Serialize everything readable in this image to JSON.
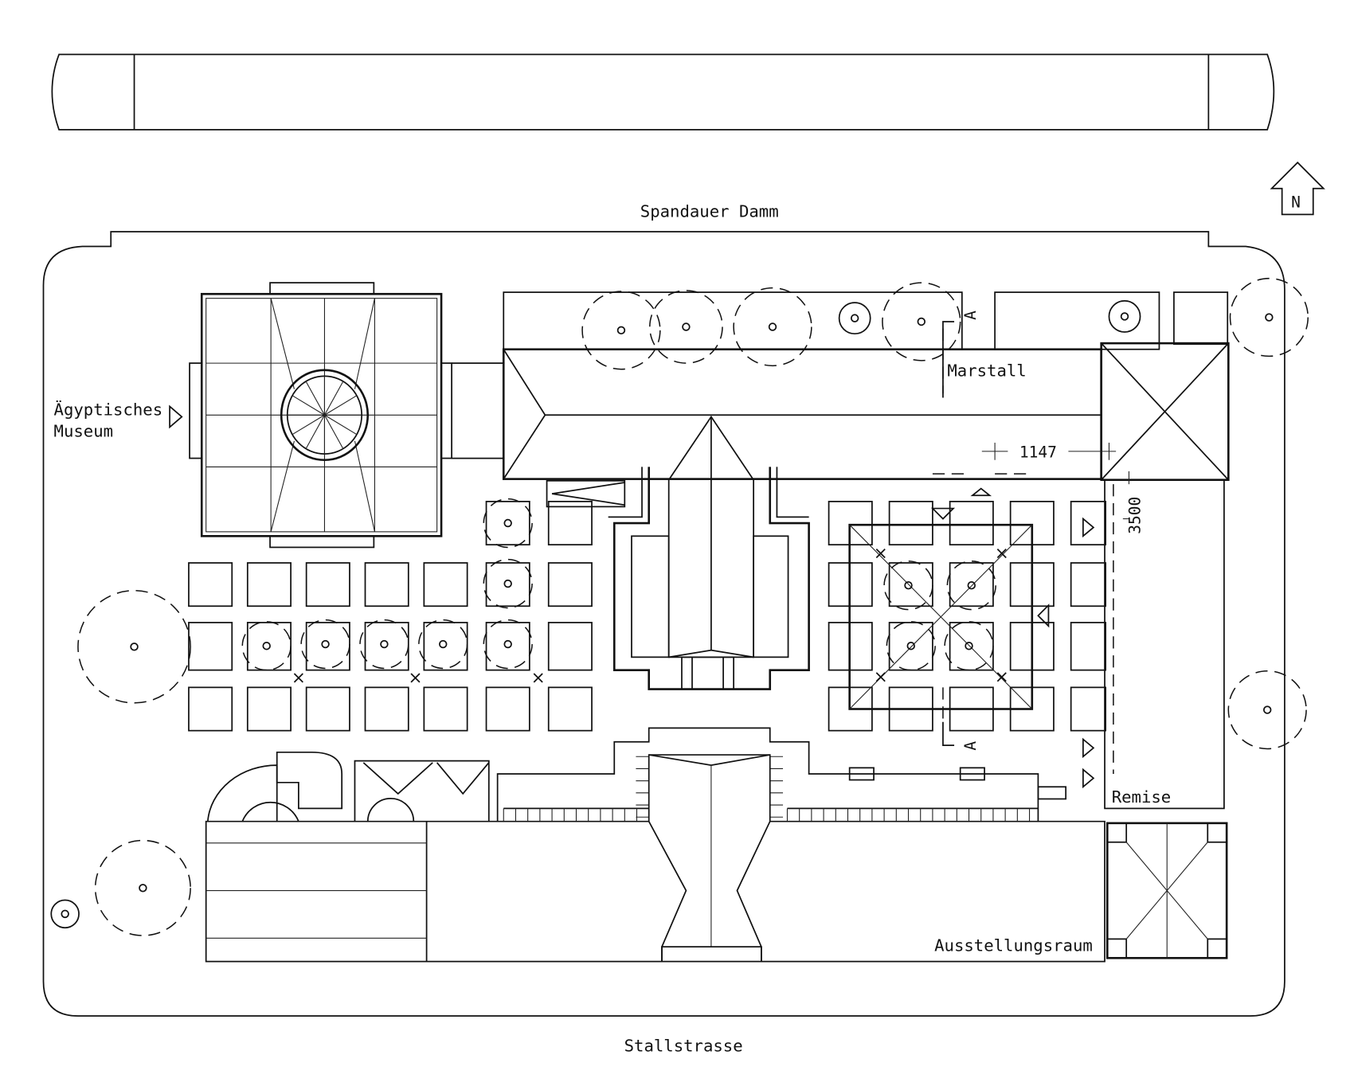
{
  "labels": {
    "street_north": "Spandauer Damm",
    "street_south": "Stallstrasse",
    "north_arrow": "N",
    "museum_line1": "Ägyptisches",
    "museum_line2": "Museum",
    "marstall": "Marstall",
    "remise": "Remise",
    "ausstellungsraum": "Ausstellungsraum",
    "section_marker_top": "A",
    "section_marker_bottom": "A"
  },
  "dimensions": {
    "horizontal": "1147",
    "vertical": "3500"
  }
}
